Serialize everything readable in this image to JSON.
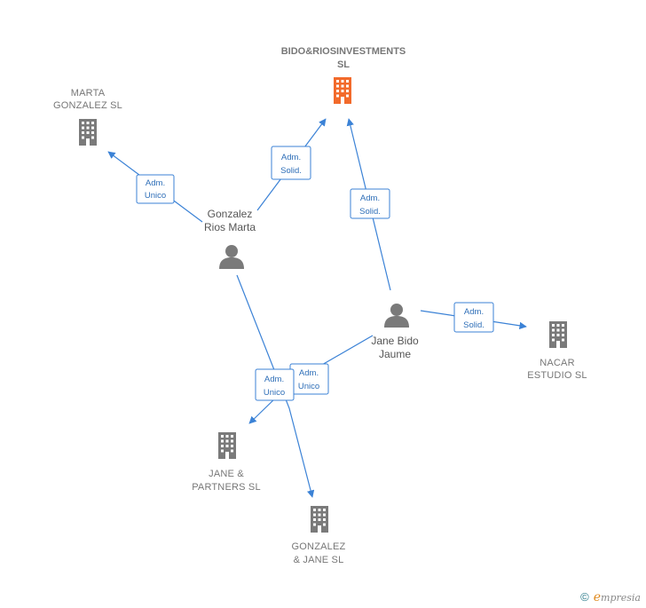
{
  "colors": {
    "edge": "#3b82d6",
    "main_company": "#f26a2b",
    "node": "#7a7a7a"
  },
  "nodes": {
    "main": {
      "line1": "BIDO&RIOSINVESTMENTS",
      "line2": "SL"
    },
    "marta": {
      "line1": "MARTA",
      "line2": "GONZALEZ  SL"
    },
    "gonzalez_rios": {
      "line1": "Gonzalez",
      "line2": "Rios Marta"
    },
    "jane_bido": {
      "line1": "Jane Bido",
      "line2": "Jaume"
    },
    "nacar": {
      "line1": "NACAR",
      "line2": "ESTUDIO  SL"
    },
    "jane_partners": {
      "line1": "JANE &",
      "line2": "PARTNERS  SL"
    },
    "gonzalez_jane": {
      "line1": "GONZALEZ",
      "line2": "& JANE  SL"
    }
  },
  "edges": {
    "gr_to_marta": {
      "line1": "Adm.",
      "line2": "Unico"
    },
    "gr_to_main": {
      "line1": "Adm.",
      "line2": "Solid."
    },
    "jb_to_main": {
      "line1": "Adm.",
      "line2": "Solid."
    },
    "jb_to_nacar": {
      "line1": "Adm.",
      "line2": "Solid."
    },
    "jb_to_gonzalez_jane": {
      "line1": "Adm.",
      "line2": "Unico"
    },
    "gr_to_jane_partners": {
      "line1": "Adm.",
      "line2": "Unico"
    }
  },
  "footer": {
    "copyright": "©",
    "brand_first": "e",
    "brand_rest": "mpresia"
  }
}
